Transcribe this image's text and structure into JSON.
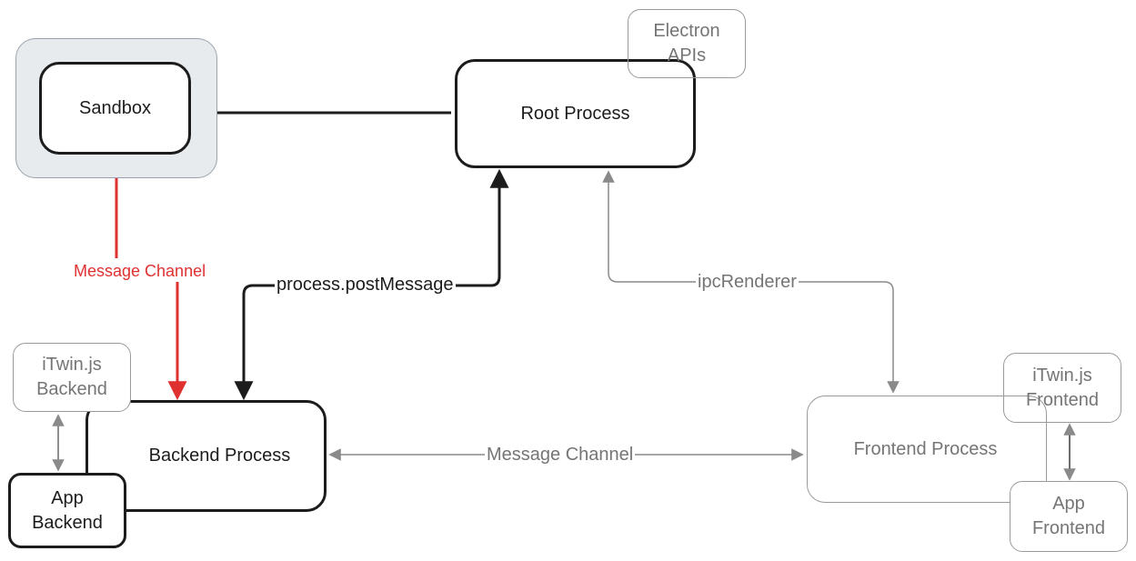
{
  "nodes": {
    "sandbox": "Sandbox",
    "root_process": "Root Process",
    "electron_apis": "Electron\nAPIs",
    "itwin_backend": "iTwin.js\nBackend",
    "backend_process": "Backend Process",
    "app_backend": "App\nBackend",
    "frontend_process": "Frontend Process",
    "itwin_frontend": "iTwin.js\nFrontend",
    "app_frontend": "App\nFrontend"
  },
  "edges": {
    "message_channel_sandbox": "Message Channel",
    "process_post_message": "process.postMessage",
    "ipc_renderer": "ipcRenderer",
    "message_channel_frontend": "Message Channel"
  },
  "colors": {
    "dark": "#1c1c1c",
    "light": "#9a9a9a",
    "light_text": "#757575",
    "red": "#e03131",
    "group_fill": "#e8ebee"
  }
}
